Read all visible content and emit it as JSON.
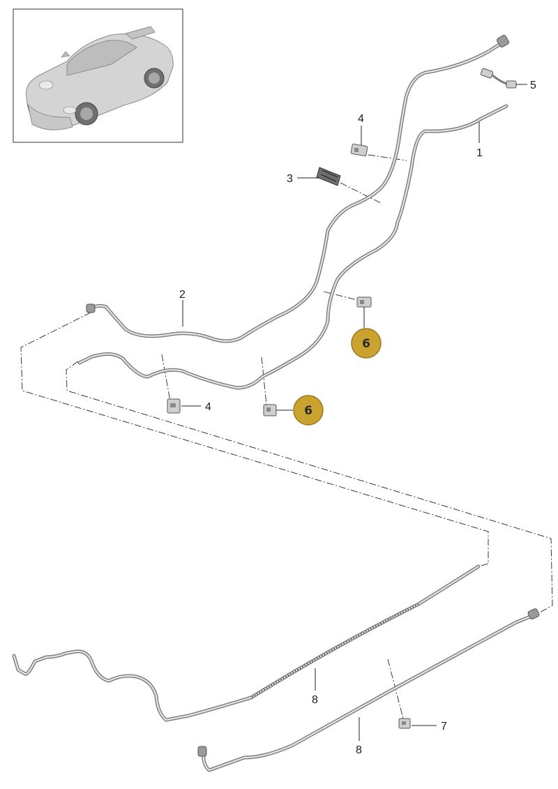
{
  "callouts": {
    "c1": "1",
    "c2": "2",
    "c3": "3",
    "c4a": "4",
    "c4b": "4",
    "c5": "5",
    "c6a": "6",
    "c6b": "6",
    "c7": "7",
    "c8a": "8",
    "c8b": "8"
  },
  "colors": {
    "badge_fill": "#c9a230",
    "badge_stroke": "#9a7a1c",
    "pipe": "#7a7a7a",
    "leader": "#222222"
  },
  "icons": {
    "car": "car-thumbnail-icon"
  }
}
